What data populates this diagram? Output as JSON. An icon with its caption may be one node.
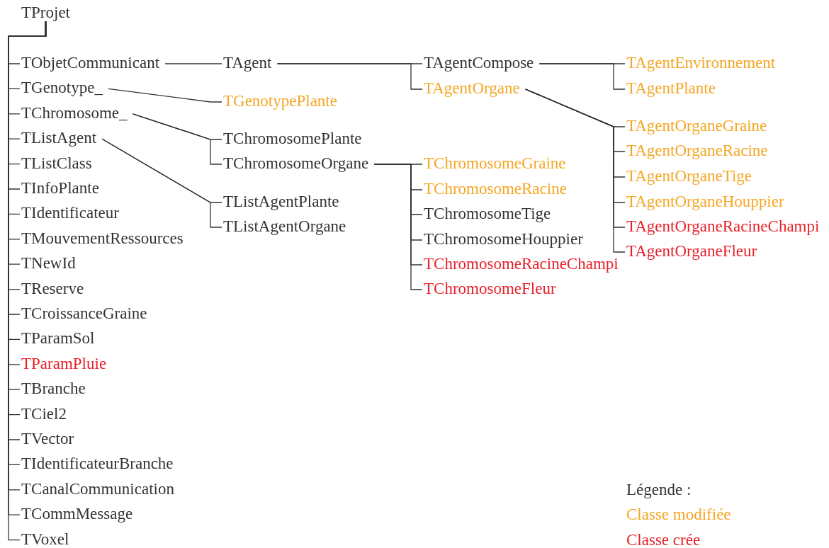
{
  "diagram": {
    "nodes": [
      {
        "text": [
          "TProjet"
        ]
      },
      {
        "text": [
          "TObjetCommunicant"
        ]
      },
      {
        "text": [
          "TGenotype_"
        ]
      },
      {
        "text": [
          "TChromosome_"
        ]
      },
      {
        "text": [
          "TListAgent"
        ]
      },
      {
        "text": [
          "TListClass"
        ]
      },
      {
        "text": [
          "TInfoPlante"
        ]
      },
      {
        "text": [
          "TIdentificateur"
        ]
      },
      {
        "text": [
          "TMouvementRessources"
        ]
      },
      {
        "text": [
          "TNewId"
        ]
      },
      {
        "text": [
          "TReserve"
        ]
      },
      {
        "text": [
          "TCroissanceGraine"
        ]
      },
      {
        "text": [
          "TParamSol"
        ]
      },
      {
        "text": [
          "TParamPluie"
        ]
      },
      {
        "text": [
          "TBranche"
        ]
      },
      {
        "text": [
          "TCiel2"
        ]
      },
      {
        "text": [
          "TVector"
        ]
      },
      {
        "text": [
          "TIdentificateurBranche"
        ]
      },
      {
        "text": [
          "TCanalCommunication"
        ]
      },
      {
        "text": [
          "TCommMessage"
        ]
      },
      {
        "text": [
          "TVoxel"
        ]
      },
      {
        "text": [
          "TAgent"
        ]
      },
      {
        "text": [
          "TGenotypePlante"
        ]
      },
      {
        "text": [
          "TChromosomePlante"
        ]
      },
      {
        "text": [
          "TChromosomeOrgane"
        ]
      },
      {
        "text": [
          "TListAgentPlante"
        ]
      },
      {
        "text": [
          "TListAgentOrgane"
        ]
      },
      {
        "text": [
          "TAgentCompose"
        ]
      },
      {
        "text": [
          "TAgentOrgane"
        ]
      },
      {
        "text": [
          "TChromosomeGraine"
        ]
      },
      {
        "text": [
          "TChromosomeRacine"
        ]
      },
      {
        "text": [
          "TChromosomeTige"
        ]
      },
      {
        "text": [
          "TChromosomeHouppier"
        ]
      },
      {
        "text": [
          "TChromosomeRacineChampi"
        ]
      },
      {
        "text": [
          "TChromosomeFleur"
        ]
      },
      {
        "text": [
          "TAgentEnvironnement"
        ]
      },
      {
        "text": [
          "TAgentPlante"
        ]
      },
      {
        "text": [
          "TAgentOrganeGraine"
        ]
      },
      {
        "text": [
          "TAgentOrganeRacine"
        ]
      },
      {
        "text": [
          "TAgentOrganeTige"
        ]
      },
      {
        "text": [
          "TAgentOrganeHouppier"
        ]
      },
      {
        "text": [
          "TAgentOrganeRacineChampi"
        ]
      },
      {
        "text": [
          "TAgentOrganeFleur"
        ]
      }
    ],
    "edges": [
      {
        "from": 0,
        "to": 1,
        "arrow": "none"
      },
      {
        "from": 0,
        "to": 2,
        "arrow": "none"
      },
      {
        "from": 0,
        "to": 3,
        "arrow": "none"
      },
      {
        "from": 0,
        "to": 4,
        "arrow": "none"
      },
      {
        "from": 0,
        "to": 5,
        "arrow": "none"
      },
      {
        "from": 0,
        "to": 6,
        "arrow": "none"
      },
      {
        "from": 0,
        "to": 7,
        "arrow": "none"
      },
      {
        "from": 0,
        "to": 8,
        "arrow": "none"
      },
      {
        "from": 0,
        "to": 9,
        "arrow": "none"
      },
      {
        "from": 0,
        "to": 10,
        "arrow": "none"
      },
      {
        "from": 0,
        "to": 11,
        "arrow": "none"
      },
      {
        "from": 0,
        "to": 12,
        "arrow": "none"
      },
      {
        "from": 0,
        "to": 13,
        "arrow": "none"
      },
      {
        "from": 0,
        "to": 14,
        "arrow": "none"
      },
      {
        "from": 0,
        "to": 15,
        "arrow": "none"
      },
      {
        "from": 0,
        "to": 16,
        "arrow": "none"
      },
      {
        "from": 0,
        "to": 17,
        "arrow": "none"
      },
      {
        "from": 0,
        "to": 18,
        "arrow": "none"
      },
      {
        "from": 0,
        "to": 19,
        "arrow": "none"
      },
      {
        "from": 0,
        "to": 20,
        "arrow": "none"
      },
      {
        "from": 1,
        "to": 21,
        "arrow": "none"
      },
      {
        "from": 2,
        "to": 22,
        "arrow": "none"
      },
      {
        "from": 3,
        "to": 23,
        "arrow": "none"
      },
      {
        "from": 3,
        "to": 24,
        "arrow": "none"
      },
      {
        "from": 4,
        "to": 25,
        "arrow": "none"
      },
      {
        "from": 4,
        "to": 26,
        "arrow": "none"
      },
      {
        "from": 21,
        "to": 27,
        "arrow": "none"
      },
      {
        "from": 21,
        "to": 28,
        "arrow": "none"
      },
      {
        "from": 24,
        "to": 29,
        "arrow": "none"
      },
      {
        "from": 24,
        "to": 30,
        "arrow": "none"
      },
      {
        "from": 24,
        "to": 31,
        "arrow": "none"
      },
      {
        "from": 24,
        "to": 32,
        "arrow": "none"
      },
      {
        "from": 24,
        "to": 33,
        "arrow": "none"
      },
      {
        "from": 24,
        "to": 34,
        "arrow": "none"
      },
      {
        "from": 27,
        "to": 35,
        "arrow": "none"
      },
      {
        "from": 27,
        "to": 36,
        "arrow": "none"
      },
      {
        "from": 28,
        "to": 37,
        "arrow": "none"
      },
      {
        "from": 28,
        "to": 38,
        "arrow": "none"
      },
      {
        "from": 28,
        "to": 39,
        "arrow": "none"
      },
      {
        "from": 28,
        "to": 40,
        "arrow": "none"
      },
      {
        "from": 28,
        "to": 41,
        "arrow": "none"
      },
      {
        "from": 28,
        "to": 42,
        "arrow": "none"
      }
    ],
    "labels": [
      "Légende :"
    ],
    "legend": [
      {
        "text": "Classe modifiée",
        "color": "#f5a623"
      },
      {
        "text": "Classe crée",
        "color": "#e8212b"
      }
    ]
  }
}
